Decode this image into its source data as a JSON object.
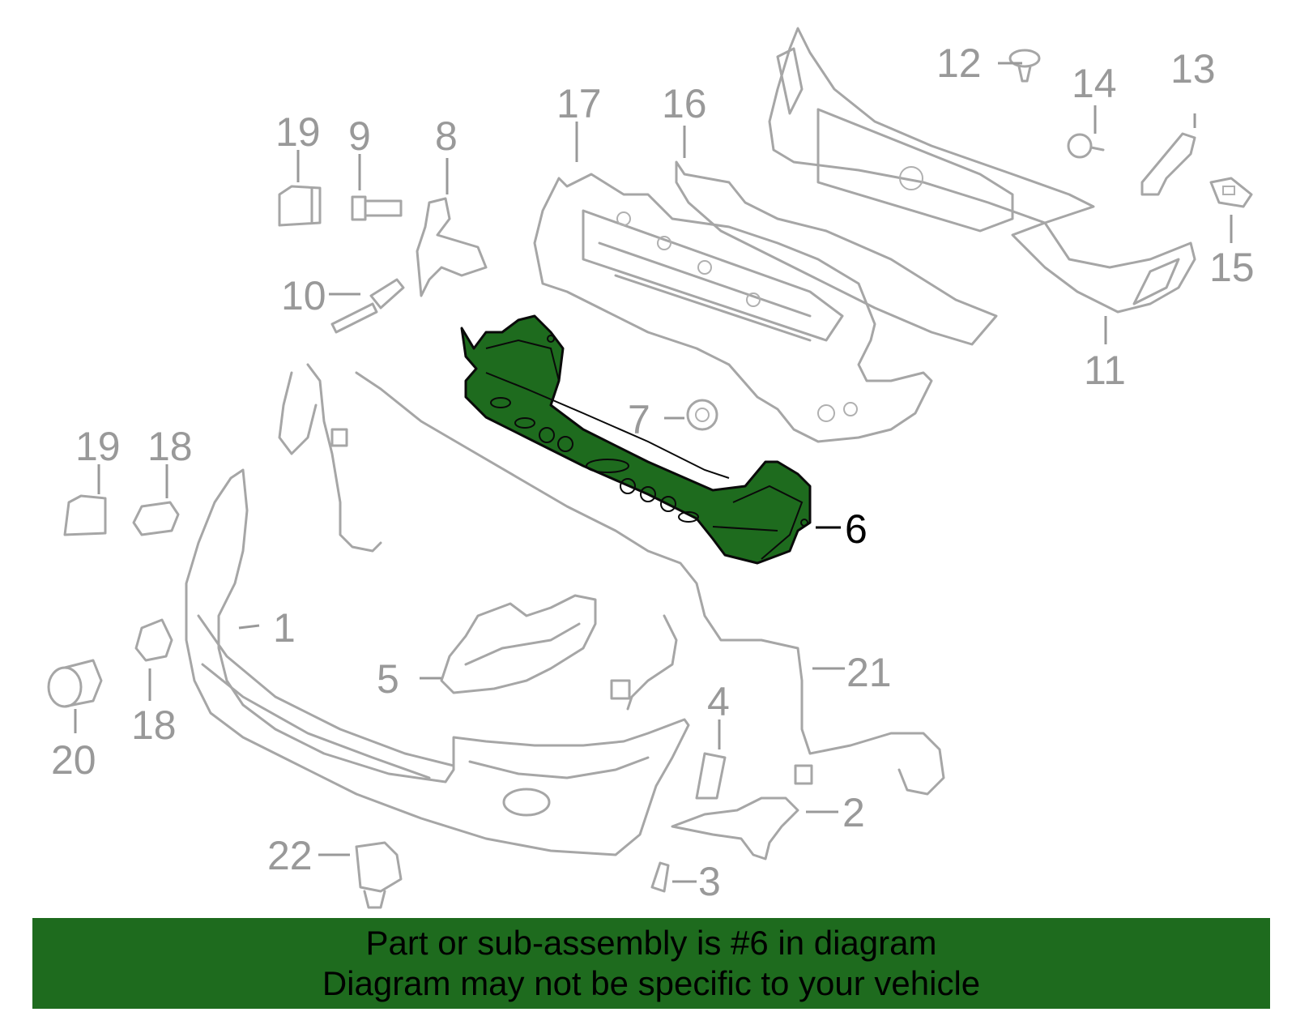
{
  "callouts": {
    "c1": "1",
    "c2": "2",
    "c3": "3",
    "c4": "4",
    "c5": "5",
    "c6": "6",
    "c7": "7",
    "c8": "8",
    "c9": "9",
    "c10": "10",
    "c11": "11",
    "c12": "12",
    "c13": "13",
    "c14": "14",
    "c15": "15",
    "c16": "16",
    "c17": "17",
    "c18a": "18",
    "c18b": "18",
    "c19a": "19",
    "c19b": "19",
    "c20": "20",
    "c21": "21",
    "c22": "22"
  },
  "highlighted_part": "6",
  "colors": {
    "highlight": "#1e6b1e",
    "part_outline": "#a6a6a6",
    "banner_bg": "#1e6b1e"
  },
  "banner": {
    "line1": "Part or sub-assembly is #6 in diagram",
    "line2": "Diagram may not be specific to your vehicle"
  }
}
